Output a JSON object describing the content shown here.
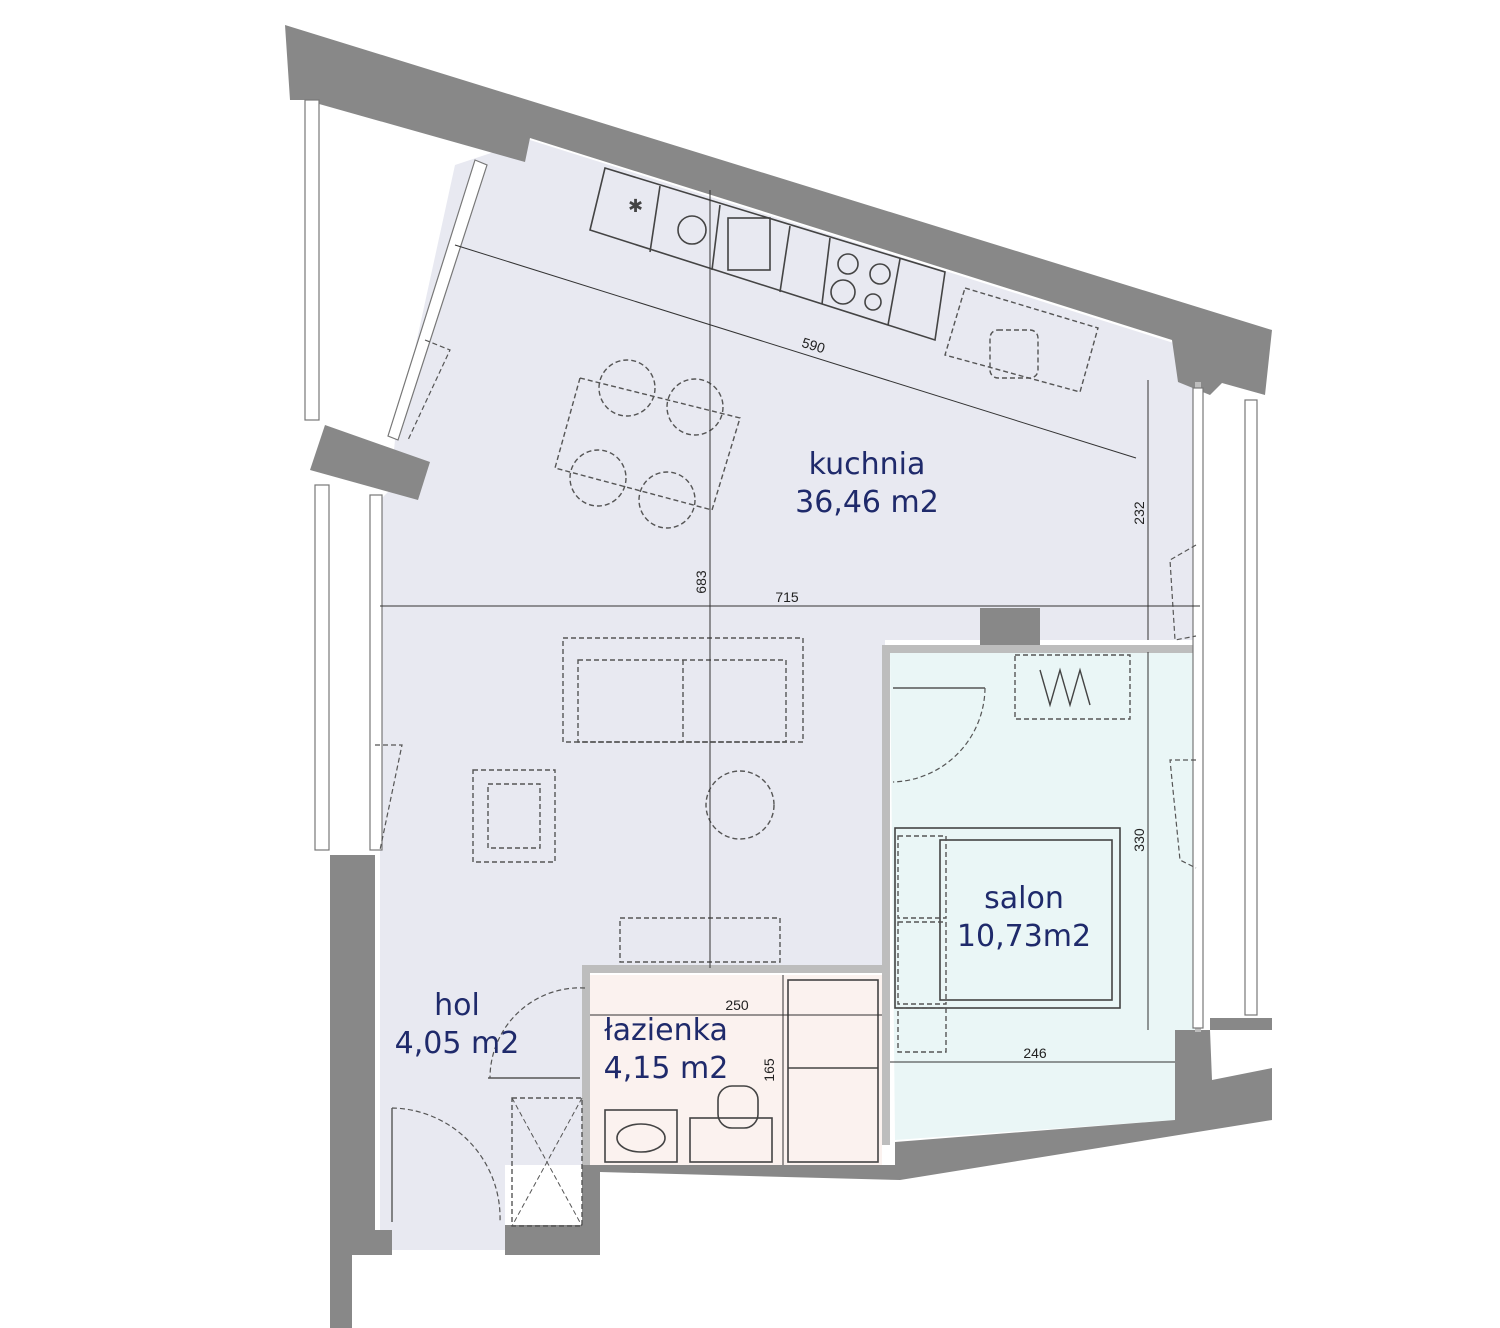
{
  "rooms": {
    "kuchnia": {
      "name": "kuchnia",
      "area": "36,46 m2"
    },
    "salon": {
      "name": "salon",
      "area": "10,73m2"
    },
    "lazienka": {
      "name": "łazienka",
      "area": "4,15 m2"
    },
    "hol": {
      "name": "hol",
      "area": "4,05 m2"
    }
  },
  "dimensions": {
    "d590": "590",
    "d683": "683",
    "d715": "715",
    "d232": "232",
    "d330": "330",
    "d246": "246",
    "d250": "250",
    "d165": "165"
  },
  "colors": {
    "main_floor": "#e8e9f1",
    "salon_floor": "#eaf6f6",
    "bath_floor": "#fbf2ef",
    "wall": "#888888",
    "label": "#1f2a6b"
  }
}
